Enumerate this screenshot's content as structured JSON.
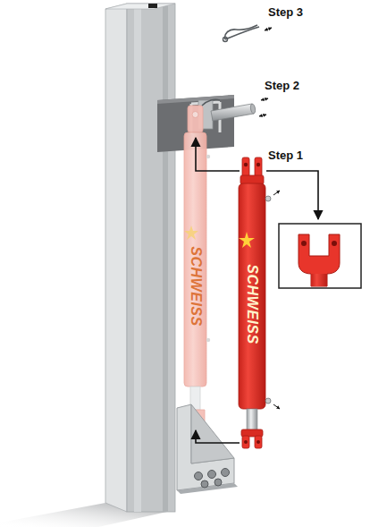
{
  "diagram": {
    "labels": [
      "Step 3",
      "Step 2",
      "Step 1",
      "SCHWEISS",
      "SCHWEISS"
    ]
  }
}
